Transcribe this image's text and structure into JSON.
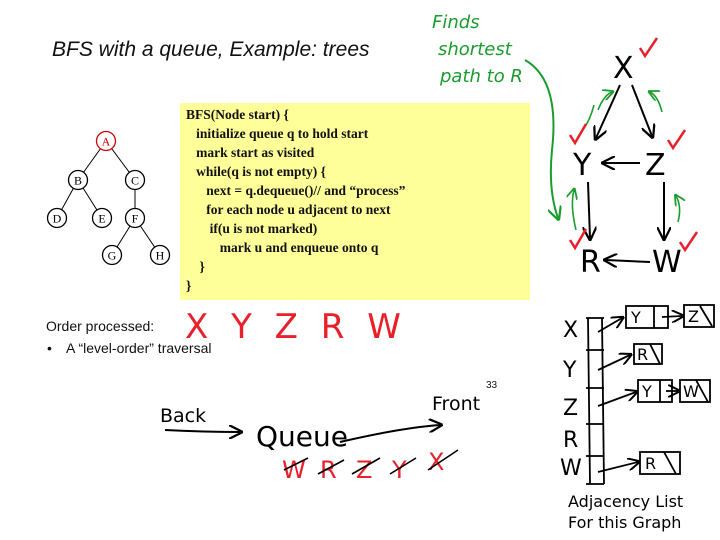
{
  "title": "BFS with a queue, Example: trees",
  "tree": {
    "nodes": [
      {
        "id": "A",
        "label": "A",
        "highlight": true
      },
      {
        "id": "B",
        "label": "B"
      },
      {
        "id": "C",
        "label": "C"
      },
      {
        "id": "D",
        "label": "D"
      },
      {
        "id": "E",
        "label": "E"
      },
      {
        "id": "F",
        "label": "F"
      },
      {
        "id": "G",
        "label": "G"
      },
      {
        "id": "H",
        "label": "H"
      }
    ],
    "edges": [
      [
        "A",
        "B"
      ],
      [
        "A",
        "C"
      ],
      [
        "B",
        "D"
      ],
      [
        "B",
        "E"
      ],
      [
        "C",
        "F"
      ],
      [
        "F",
        "G"
      ],
      [
        "F",
        "H"
      ]
    ]
  },
  "code": [
    "BFS(Node start) {",
    "   initialize queue q to hold start",
    "   mark start as visited",
    "   while(q is not empty) {",
    "      next = q.dequeue()// and “process”",
    "      for each node u adjacent to next",
    "       if(u is not marked)",
    "          mark u and enqueue onto q",
    "    }",
    "}"
  ],
  "order_label": "Order processed:",
  "bullet": "A “level-order” traversal",
  "page_number": "33",
  "annotations": {
    "order_letters": "X Y Z R W",
    "finds_note": [
      "Finds",
      "shortest",
      "path to R"
    ],
    "back": "Back",
    "queue": "Queue",
    "front": "Front",
    "queue_contents": [
      "W",
      "R",
      "Z",
      "Y",
      "X"
    ],
    "graph_nodes": [
      "X",
      "Y",
      "Z",
      "R",
      "W"
    ],
    "adjacency_rows": [
      "X",
      "Y",
      "Z",
      "R",
      "W"
    ],
    "adjacency_cells": [
      [
        "Y",
        "Z"
      ],
      [
        "R"
      ],
      [
        "Y",
        "W"
      ],
      [],
      [
        "R"
      ]
    ],
    "adjacency_caption": [
      "Adjacency List",
      "For this Graph"
    ]
  },
  "colors": {
    "code_bg": "#ffff99",
    "highlight": "#cc0000",
    "annotation_red": "#e8202a",
    "annotation_green": "#1a9c2e",
    "ink": "#000000"
  }
}
